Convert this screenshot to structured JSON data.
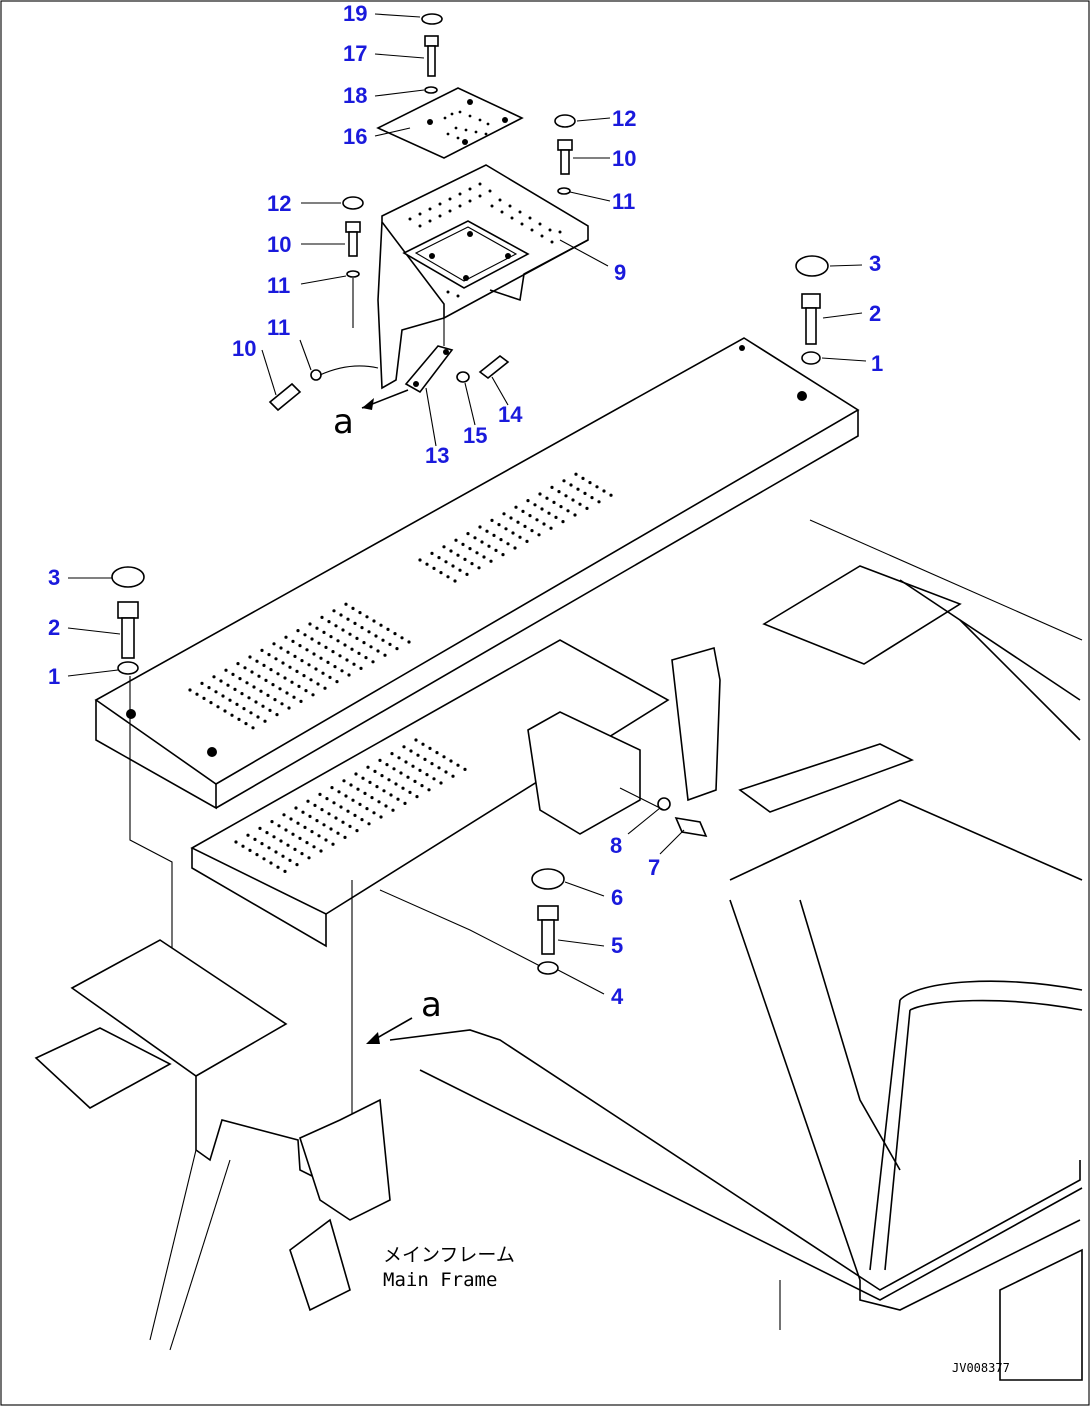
{
  "callouts": [
    {
      "id": "c19",
      "text": "19"
    },
    {
      "id": "c17",
      "text": "17"
    },
    {
      "id": "c18",
      "text": "18"
    },
    {
      "id": "c16",
      "text": "16"
    },
    {
      "id": "c12a",
      "text": "12"
    },
    {
      "id": "c10a",
      "text": "10"
    },
    {
      "id": "c11a",
      "text": "11"
    },
    {
      "id": "c12b",
      "text": "12"
    },
    {
      "id": "c10b",
      "text": "10"
    },
    {
      "id": "c11b",
      "text": "11"
    },
    {
      "id": "c9",
      "text": "9"
    },
    {
      "id": "c11c",
      "text": "11"
    },
    {
      "id": "c10c",
      "text": "10"
    },
    {
      "id": "c13",
      "text": "13"
    },
    {
      "id": "c15",
      "text": "15"
    },
    {
      "id": "c14",
      "text": "14"
    },
    {
      "id": "c3a",
      "text": "3"
    },
    {
      "id": "c2a",
      "text": "2"
    },
    {
      "id": "c1a",
      "text": "1"
    },
    {
      "id": "c3b",
      "text": "3"
    },
    {
      "id": "c2b",
      "text": "2"
    },
    {
      "id": "c1b",
      "text": "1"
    },
    {
      "id": "c8",
      "text": "8"
    },
    {
      "id": "c7",
      "text": "7"
    },
    {
      "id": "c6",
      "text": "6"
    },
    {
      "id": "c5",
      "text": "5"
    },
    {
      "id": "c4",
      "text": "4"
    }
  ],
  "view_marks": {
    "top": "a",
    "bottom": "a"
  },
  "frame_label": {
    "jp": "メインフレーム",
    "en": "Main Frame"
  },
  "drawing_code": "JV008377"
}
